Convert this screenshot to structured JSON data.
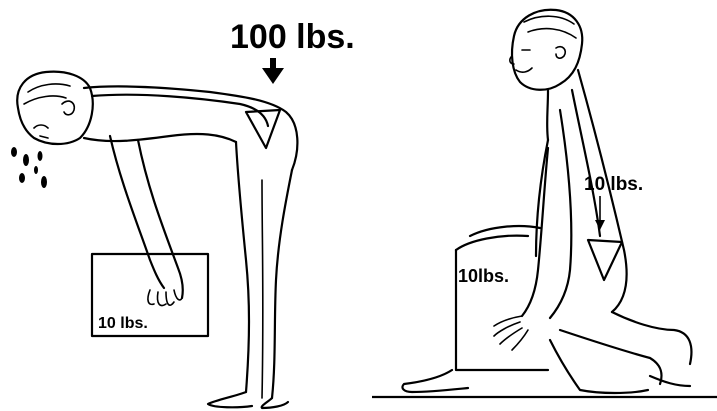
{
  "left_panel": {
    "force_label": "100 lbs.",
    "box_label": "10 lbs."
  },
  "right_panel": {
    "force_label": "10 lbs.",
    "box_label": "10lbs."
  },
  "colors": {
    "ink": "#000000",
    "paper": "#ffffff"
  }
}
